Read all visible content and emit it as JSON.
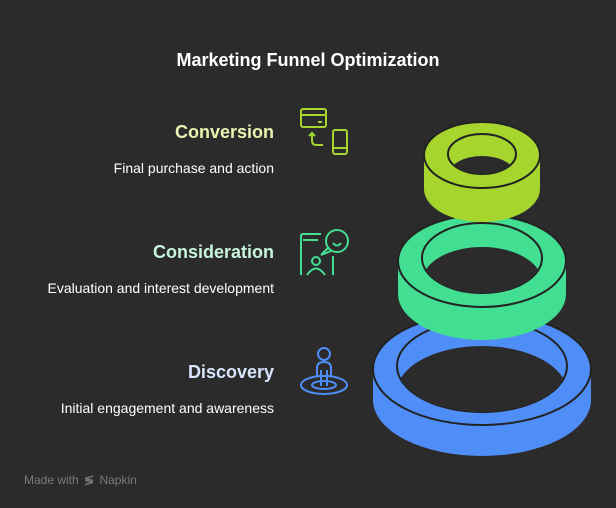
{
  "title": "Marketing Funnel Optimization",
  "stages": [
    {
      "name": "Conversion",
      "description": "Final purchase and action",
      "color": "#a6d62e",
      "title_color": "#e6f5b0",
      "icon": "card-to-phone-icon"
    },
    {
      "name": "Consideration",
      "description": "Evaluation and interest development",
      "color": "#42de92",
      "title_color": "#c6f5dc",
      "icon": "person-chat-icon"
    },
    {
      "name": "Discovery",
      "description": "Initial engagement and awareness",
      "color": "#4f8ef7",
      "title_color": "#d6e5fd",
      "icon": "person-in-circle-icon"
    }
  ],
  "footer": {
    "made_with": "Made with",
    "brand": "Napkin"
  }
}
